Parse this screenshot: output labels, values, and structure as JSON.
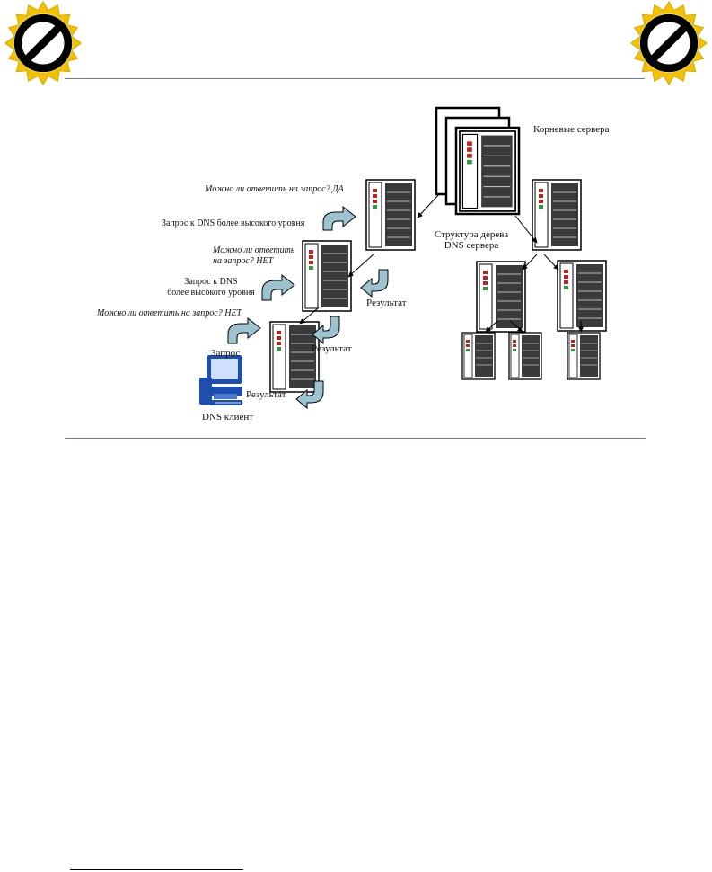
{
  "diagram": {
    "labels": {
      "root_servers": "Корневые сервера",
      "tree_structure_line1": "Структура дерева",
      "tree_structure_line2": "DNS сервера",
      "q_yes": "Можно ли ответить  на запрос?  ДА",
      "req_higher_1": "Запрос к DNS более высокого уровня",
      "q_no_1_line1": "Можно ли ответить",
      "q_no_1_line2": "на запрос? НЕТ",
      "req_higher_2_line1": "Запрос к DNS",
      "req_higher_2_line2": "более высокого  уровня",
      "q_no_2": "Можно ли ответить на запрос?  НЕТ",
      "request": "Запрос",
      "result_1": "Результат",
      "result_2": "Результат",
      "result_3": "Результат",
      "dns_client": "DNS клиент"
    }
  },
  "colors": {
    "rule": "#5b7fb3",
    "badge_ring": "#f2c200",
    "server_dark": "#3a3a3a",
    "arrow_fill": "#9cc3cf",
    "client_blue": "#1d4fb0"
  },
  "icons": [
    "prohibition-icon",
    "server-icon",
    "computer-icon",
    "curved-arrow-icon"
  ]
}
